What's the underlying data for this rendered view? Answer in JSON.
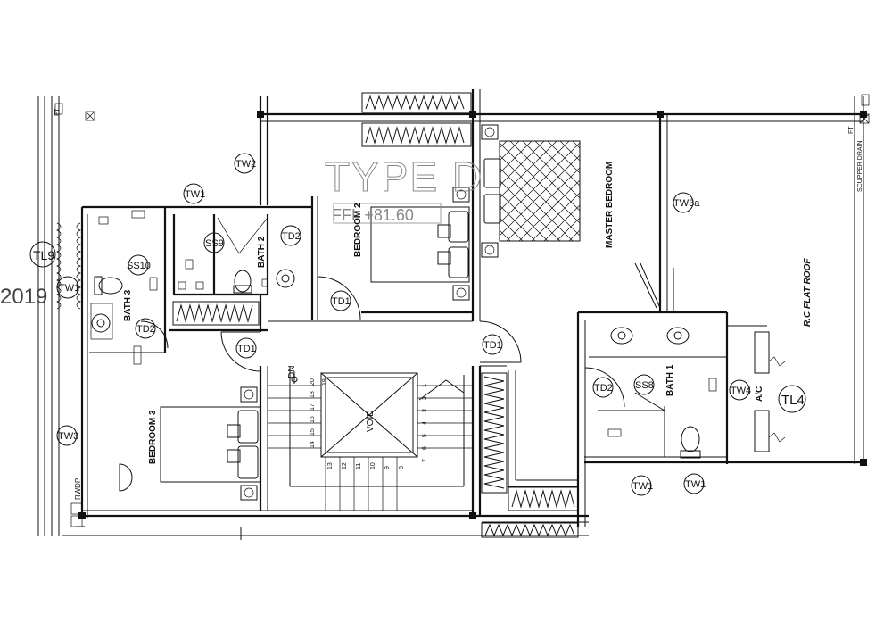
{
  "plan": {
    "type_label": "TYPE D",
    "ffl_label": "FFL +81.60",
    "year_fragment": "2019",
    "rooms": {
      "master_bedroom": "MASTER BEDROOM",
      "bedroom_2": "BEDROOM 2",
      "bedroom_3": "BEDROOM 3",
      "bath_1": "BATH 1",
      "bath_2": "BATH 2",
      "bath_3": "BATH 3",
      "rc_flat_roof": "R.C FLAT ROOF",
      "ac": "A/C",
      "void": "VOID",
      "dn": "DN",
      "rwdp": "RWDP",
      "scupper_drain": "SCUPPER DRAIN",
      "ft_left": "FT",
      "ft_right": "FT"
    },
    "tags": {
      "tw1_a": "TW1",
      "tw1_b": "TW1",
      "tw1_c": "TW1",
      "tw2": "TW2",
      "tw3": "TW3",
      "tw3a": "TW3a",
      "tw4": "TW4",
      "td1_a": "TD1",
      "td1_b": "TD1",
      "td1_c": "TD1",
      "td2_a": "TD2",
      "td2_b": "TD2",
      "td2_c": "TD2",
      "ss8": "SS8",
      "ss9": "SS9",
      "ss10": "SS10",
      "tl4": "TL4",
      "tl9": "TL9",
      "tw_left": "TW1"
    },
    "stair_up": [
      "1",
      "2",
      "3",
      "4",
      "5",
      "6",
      "7"
    ],
    "stair_mid": [
      "13",
      "12",
      "11",
      "10",
      "9",
      "8"
    ],
    "stair_left": [
      "18",
      "17",
      "16",
      "15",
      "14"
    ],
    "stair_top": [
      "19",
      "20"
    ]
  }
}
